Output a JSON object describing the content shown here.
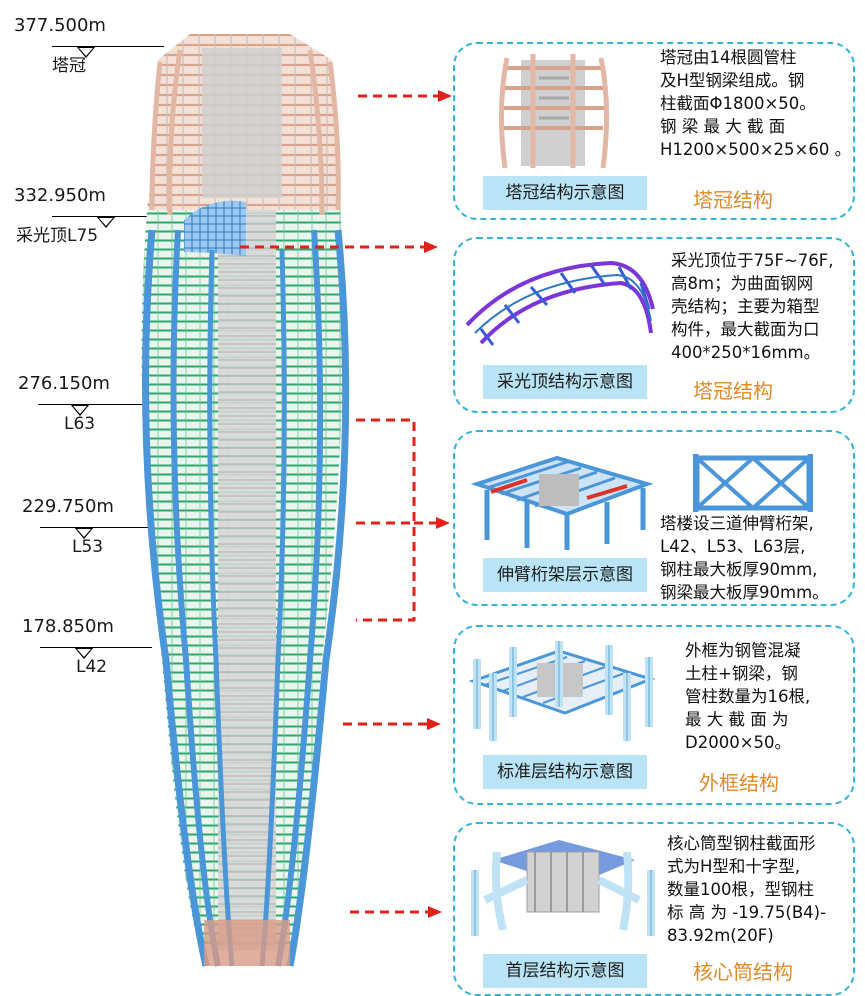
{
  "levels": [
    {
      "elevation": "377.500m",
      "name": "塔冠"
    },
    {
      "elevation": "332.950m",
      "name": "采光顶L75"
    },
    {
      "elevation": "276.150m",
      "name": "L63"
    },
    {
      "elevation": "229.750m",
      "name": "L53"
    },
    {
      "elevation": "178.850m",
      "name": "L42"
    }
  ],
  "panels": [
    {
      "caption": "塔冠结构示意图",
      "desc_lines": [
        "塔冠由14根圆管柱",
        "及H型钢梁组成。钢",
        "柱截面Φ1800×50。",
        "钢 梁 最 大 截 面",
        "H1200×500×25×60 。"
      ],
      "tag": "塔冠结构"
    },
    {
      "caption": "采光顶结构示意图",
      "desc_lines": [
        "采光顶位于75F~76F,",
        "高8m；为曲面钢网",
        "壳结构；主要为箱型",
        "构件，最大截面为口",
        "400*250*16mm。"
      ],
      "tag": "塔冠结构"
    },
    {
      "caption": "伸臂桁架层示意图",
      "desc_lines": [
        "塔楼设三道伸臂桁架,",
        "L42、L53、L63层,",
        "钢柱最大板厚90mm,",
        "钢梁最大板厚90mm。"
      ],
      "tag": ""
    },
    {
      "caption": "标准层结构示意图",
      "desc_lines": [
        "外框为钢管混凝",
        "土柱+钢梁，钢",
        "管柱数量为16根,",
        "最 大 截 面 为",
        "D2000×50。"
      ],
      "tag": "外框结构"
    },
    {
      "caption": "首层结构示意图",
      "desc_lines": [
        "核心筒型钢柱截面形",
        "式为H型和十字型,",
        "数量100根，型钢柱",
        "标 高 为 -19.75(B4)-",
        "83.92m(20F)"
      ],
      "tag": "核心筒结构"
    }
  ],
  "colors": {
    "panel_border": "#35b4d8",
    "caption_bg": "#b9e4f5",
    "tag_text": "#e08a2a",
    "arrow": "#e0221b",
    "crown": "#e3b7a5",
    "frame_green": "#2aa86b",
    "column_blue": "#4a96d8",
    "core_grey": "#b8b8b8"
  }
}
